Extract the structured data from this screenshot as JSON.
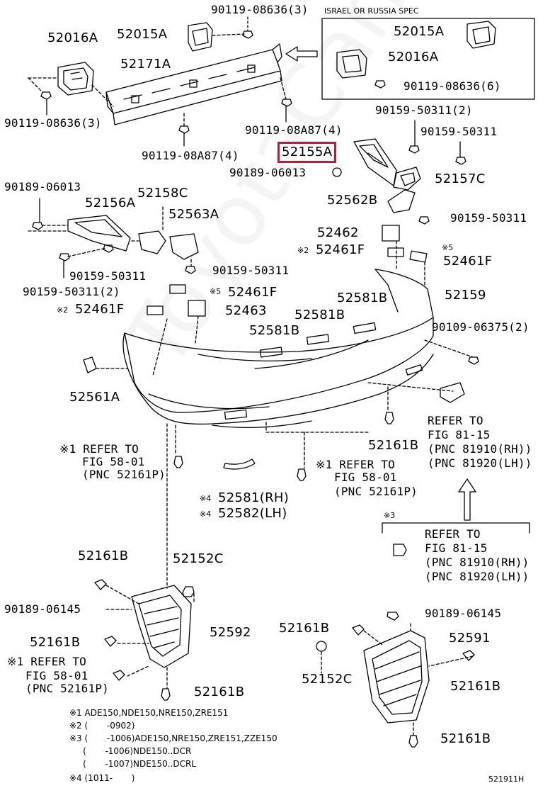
{
  "diagram": {
    "variant_box_title": "ISRAEL OR RUSSIA SPEC",
    "drawing_number": "521911H",
    "watermark": "ToyotaCarMines.ru",
    "highlighted_part": "52155A",
    "parts": {
      "p52016A_top": "52016A",
      "p52015A_top": "52015A",
      "p90119_08636_3_top": "90119-08636(3)",
      "p52171A": "52171A",
      "p52015A_box": "52015A",
      "p52016A_box": "52016A",
      "p90119_08636_6": "90119-08636(6)",
      "p90119_08636_3_left": "90119-08636(3)",
      "p90119_08A87_4_right": "90119-08A87(4)",
      "p90119_08A87_4_left": "90119-08A87(4)",
      "p90159_50311_2_top": "90159-50311(2)",
      "p90159_50311_a": "90159-50311",
      "p52155A": "52155A",
      "p90189_06013_mid": "90189-06013",
      "p52157C": "52157C",
      "p90189_06013_left": "90189-06013",
      "p52158C": "52158C",
      "p52156A": "52156A",
      "p52563A": "52563A",
      "p52562B": "52562B",
      "p90159_50311_b": "90159-50311",
      "p52462": "52462",
      "p52461F_a": "52461F",
      "p52461F_b": "52461F",
      "p90159_50311_c": "90159-50311",
      "p90159_50311_d": "90159-50311",
      "p90159_50311_2_left": "90159-50311(2)",
      "p52461F_c": "52461F",
      "p52581B_a": "52581B",
      "p52159": "52159",
      "p52461F_d": "52461F",
      "p52463": "52463",
      "p52581B_b": "52581B",
      "p90109_06375_2": "90109-06375(2)",
      "p52581B_c": "52581B",
      "p52561A": "52561A",
      "p52161B_center": "52161B",
      "p52581_rh": "52581(RH)",
      "p52582_lh": "52582(LH)",
      "p52161B_a": "52161B",
      "p52152C_left": "52152C",
      "p90189_06145_left": "90189-06145",
      "p52592": "52592",
      "p52161B_b": "52161B",
      "p52161B_c": "52161B",
      "p90189_06145_right": "90189-06145",
      "p52161B_d": "52161B",
      "p52591": "52591",
      "p52152C_right": "52152C",
      "p52161B_e": "52161B",
      "p52161B_f": "52161B"
    },
    "marks": {
      "m2_a": "※2",
      "m5_a": "※5",
      "m5_b": "※5",
      "m2_b": "※2",
      "m4_a": "※4",
      "m4_b": "※4",
      "m3": "※3"
    },
    "refers": {
      "r1_line1": "※1 REFER TO",
      "r1_line2": "FIG 58-01",
      "r1_line3": "(PNC 52161P)",
      "r2_line1": "※1 REFER TO",
      "r2_line2": "FIG 58-01",
      "r2_line3": "(PNC 52161P)",
      "r3_line1": "REFER TO",
      "r3_line2": "FIG 81-15",
      "r3_line3": "(PNC 81910(RH))",
      "r3_line4": "(PNC 81920(LH))",
      "r4_line1": "REFER TO",
      "r4_line2": "FIG 81-15",
      "r4_line3": "(PNC 81910(RH))",
      "r4_line4": "(PNC 81920(LH))",
      "r5_line1": "※1 REFER TO",
      "r5_line2": "FIG 58-01",
      "r5_line3": "(PNC 52161P)"
    },
    "legend": [
      "※1 ADE150,NDE150,NRE150,ZRE151",
      "※2 (       -0902)",
      "※3 (       -1006)ADE150,NRE150,ZRE151,ZZE150",
      "     (       -1006)NDE150..DCR",
      "     (       -1007)NDE150..DCRL",
      "※4 (1011-       )"
    ]
  }
}
